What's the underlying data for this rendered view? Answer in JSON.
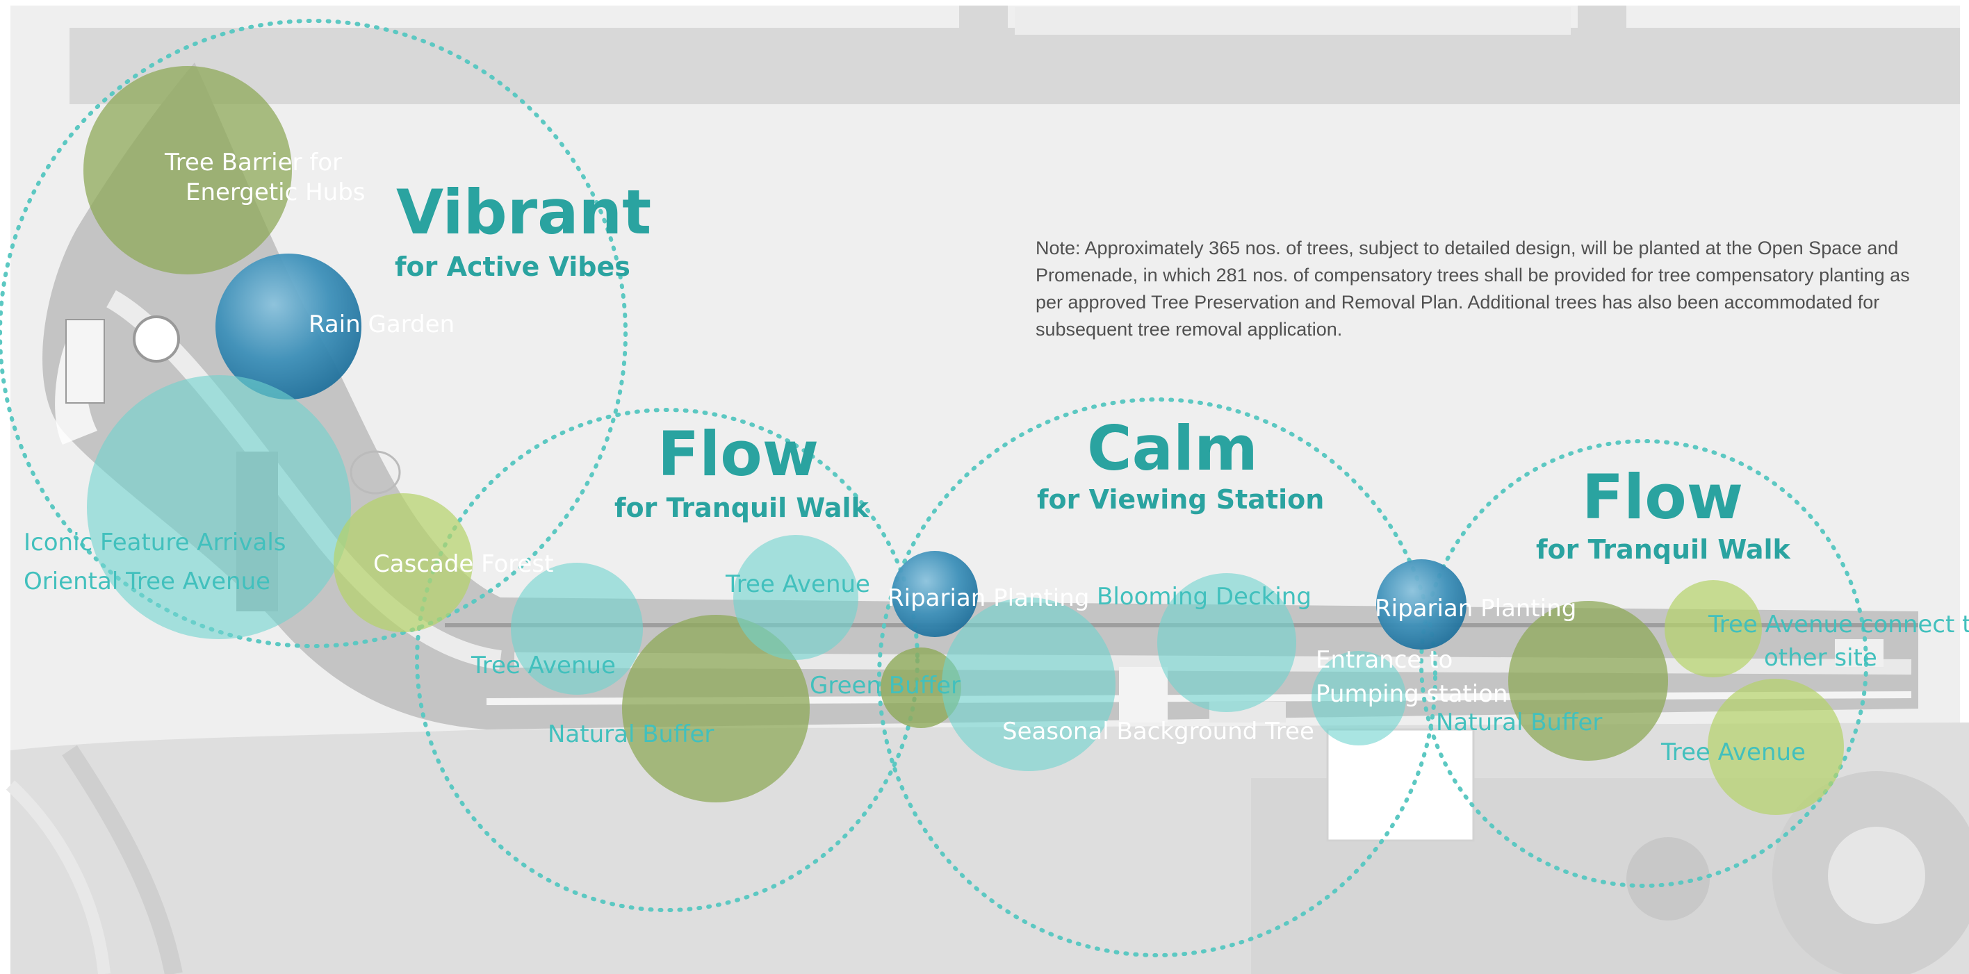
{
  "colors": {
    "teal_text": "#2aa3a0",
    "label_text": "#42c0bd",
    "zone_ring": "#5cc8c2",
    "olive_circle": "#8faa5a",
    "lime_circle": "#b5d36a",
    "aqua_circle": "#6fd3cf",
    "blue_circle": "#2f86b0",
    "background": "#efefef"
  },
  "zones": [
    {
      "title": "Vibrant",
      "subtitle": "for Active Vibes"
    },
    {
      "title": "Flow",
      "subtitle": "for Tranquil Walk"
    },
    {
      "title": "Calm",
      "subtitle": "for Viewing Station"
    },
    {
      "title": "Flow",
      "subtitle": "for Tranquil  Walk"
    }
  ],
  "labels": {
    "tree_barrier": "Tree Barrier for",
    "energetic_hubs": "Energetic Hubs",
    "rain_garden": "Rain Garden",
    "iconic_feature": "Iconic Feature Arrivals",
    "oriental_avenue": "Oriental Tree Avenue",
    "cascade_forest": "Cascade Forest",
    "tree_avenue_1": "Tree Avenue",
    "tree_avenue_2": "Tree Avenue",
    "natural_buffer_1": "Natural Buffer",
    "green_buffer": "Green Buffer",
    "riparian_1": "Riparian Planting",
    "blooming_decking": "Blooming Decking",
    "seasonal_background": "Seasonal Background Tree",
    "riparian_2": "Riparian Planting",
    "entrance_to": "Entrance  to",
    "pumping_station": "Pumping station",
    "natural_buffer_2": "Natural Buffer",
    "tree_avenue_connect": "Tree Avenue connect to",
    "other_site": "other site",
    "tree_avenue_3": "Tree Avenue"
  },
  "note": "Note: Approximately 365 nos. of trees, subject to detailed design, will be planted at the Open Space and Promenade, in which 281 nos. of compensatory trees shall be provided for tree compensatory planting as per approved Tree Preservation and Removal Plan. Additional trees has also been accommodated for subsequent tree removal application."
}
